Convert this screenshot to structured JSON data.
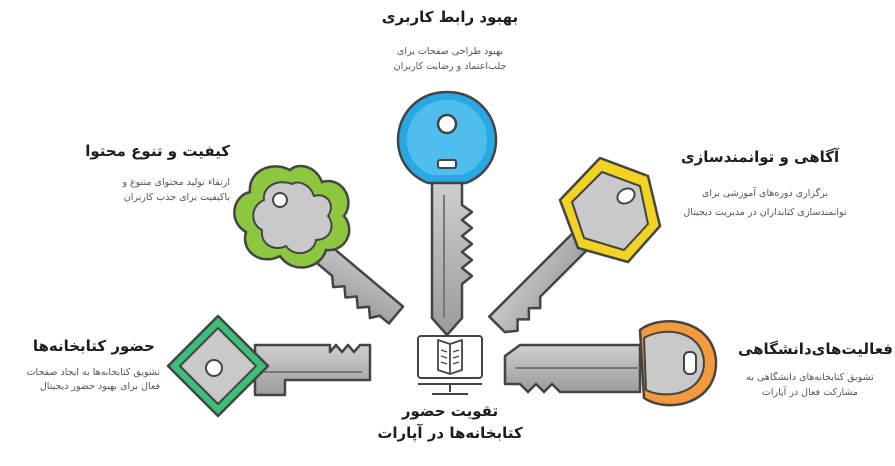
{
  "center": {
    "title_line1": "تقویت حضور",
    "title_line2": "کتابخانه‌ها در آپارات",
    "icon": "book-on-monitor-icon"
  },
  "keys": [
    {
      "id": "top",
      "color": "#29a9e3",
      "title": "بهبود رابط کاربری",
      "desc_line1": "بهبود طراحی صفحات برای",
      "desc_line2": "جلب‌اعتماد و رضایت کاربران"
    },
    {
      "id": "upper-left",
      "color": "#8dc63f",
      "title": "کیفیت و تنوع محتوا",
      "desc_line1": "ارتقاء تولید محتوای متنوع و",
      "desc_line2": "باکیفیت برای جذب کاربران"
    },
    {
      "id": "upper-right",
      "color": "#f3d322",
      "title": "آگاهی و توانمندسازی",
      "desc_line1": "برگزاری دوره‌های آموزشی برای",
      "desc_line2": "توانمندسازی کتابداران در مدیریت دیجیتال"
    },
    {
      "id": "left",
      "color": "#3dbf7a",
      "title": "حضور کتابخانه‌ها",
      "desc_line1": "تشویق کتابخانه‌ها به ایجاد صفحات",
      "desc_line2": "فعال برای بهبود حضور دیجیتال"
    },
    {
      "id": "right",
      "color": "#f39a3c",
      "title": "فعالیت‌های‌دانشگاهی",
      "desc_line1": "تشویق کتابخانه‌های دانشگاهی به",
      "desc_line2": "مشارکت فعال در آپارات"
    }
  ]
}
